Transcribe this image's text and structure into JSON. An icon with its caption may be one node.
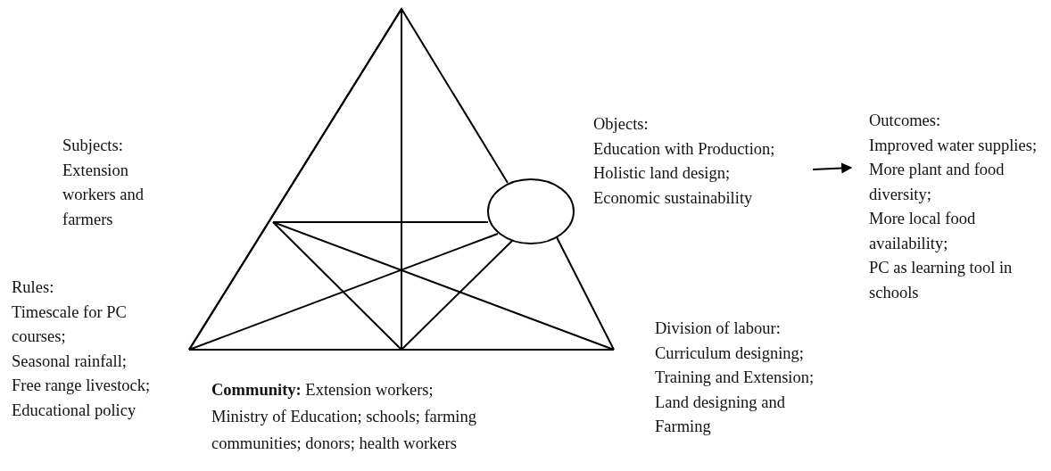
{
  "diagram": {
    "nodes": [
      {
        "text": [
          "Subjects:",
          "Extension workers and farmers"
        ]
      },
      {
        "text": [
          "Objects:",
          "Education with Production;",
          "Holistic land design;",
          "Economic sustainability"
        ]
      },
      {
        "text": [
          "Outcomes:",
          "Improved water supplies;",
          "More plant and food diversity;",
          "More local food availability;",
          "PC as learning tool in schools"
        ]
      },
      {
        "text": [
          "Rules:",
          "Timescale for PC courses;",
          "Seasonal rainfall;",
          "Free range livestock;",
          "Educational policy"
        ]
      },
      {
        "text": [
          "Division of labour:",
          "Curriculum designing;",
          "Training and Extension;",
          "Land designing and Farming"
        ]
      },
      {
        "text": [
          "**Community:** Extension workers; Ministry of Education; schools; farming communities; donors; health workers"
        ]
      }
    ],
    "edges": [
      {
        "from": 1,
        "to": 2,
        "arrow": "to"
      }
    ]
  }
}
